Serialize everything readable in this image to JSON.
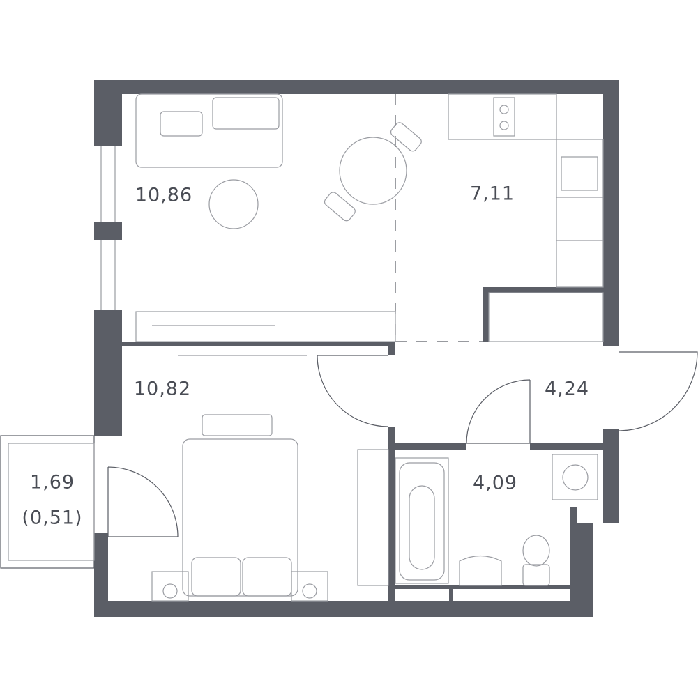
{
  "plan": {
    "wall_color": "#5b5e66",
    "rooms": [
      {
        "id": "living",
        "area": "10,86"
      },
      {
        "id": "kitchen",
        "area": "7,11"
      },
      {
        "id": "bedroom",
        "area": "10,82"
      },
      {
        "id": "hall",
        "area": "4,24"
      },
      {
        "id": "bathroom",
        "area": "4,09"
      },
      {
        "id": "balcony",
        "area": "1,69",
        "reduced_area": "(0,51)"
      }
    ]
  }
}
